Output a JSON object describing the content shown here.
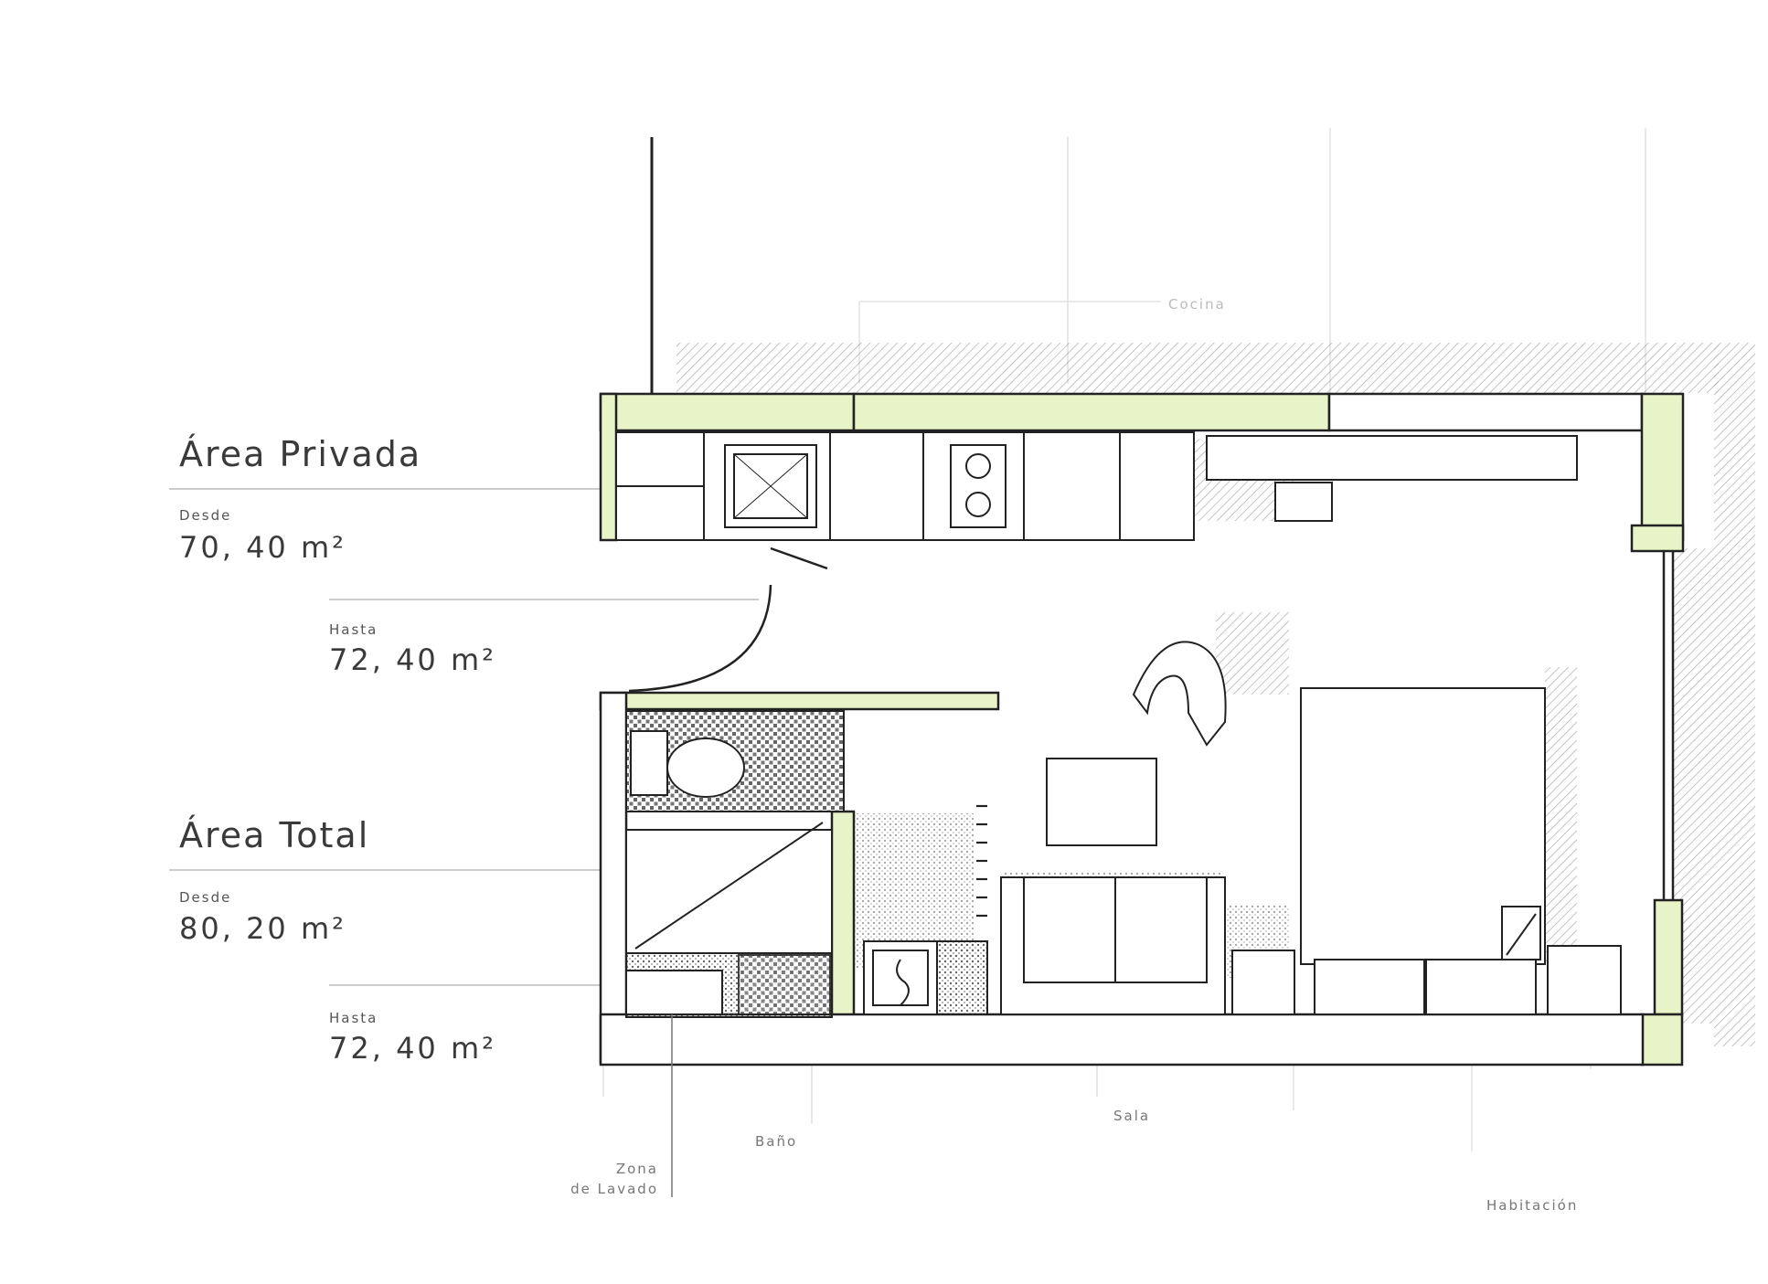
{
  "area_privada": {
    "title": "Área Privada",
    "desde_label": "Desde",
    "desde_value": "70, 40 m²",
    "hasta_label": "Hasta",
    "hasta_value": "72, 40 m²"
  },
  "area_total": {
    "title": "Área Total",
    "desde_label": "Desde",
    "desde_value": "80, 20 m²",
    "hasta_label": "Hasta",
    "hasta_value": "72, 40 m²"
  },
  "rooms": {
    "cocina": "Cocina",
    "bano": "Baño",
    "sala": "Sala",
    "zona_lavado_1": "Zona",
    "zona_lavado_2": "de Lavado",
    "habitacion": "Habitación"
  },
  "colors": {
    "wall_fill": "#e8f3c8",
    "line": "#222222",
    "hatch": "#555555",
    "text": "#3a3a3a"
  }
}
